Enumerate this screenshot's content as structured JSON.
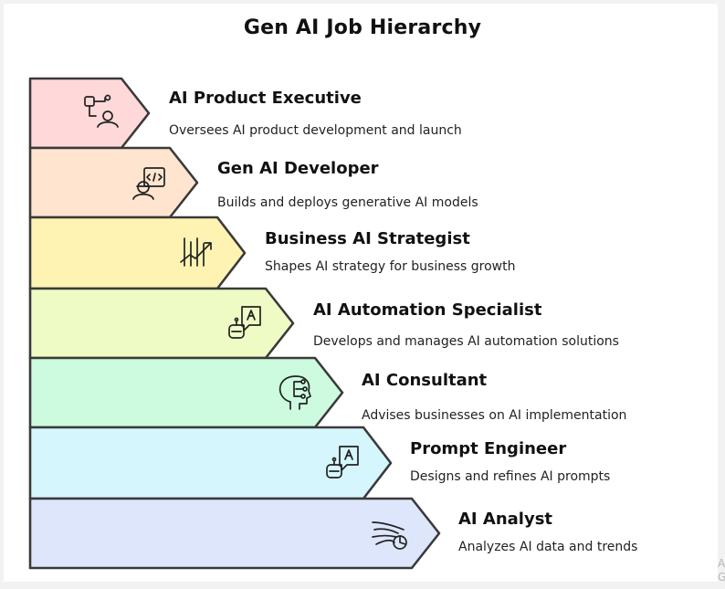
{
  "title": "Gen AI Job Hierarchy",
  "tiers": [
    {
      "title": "AI Product Executive",
      "description": "Oversees AI product development and launch",
      "color": "#ffd9d9",
      "icon": "product-roadmap-person-icon"
    },
    {
      "title": "Gen AI Developer",
      "description": "Builds and deploys generative AI models",
      "color": "#ffe5cf",
      "icon": "developer-code-icon"
    },
    {
      "title": "Business AI Strategist",
      "description": "Shapes AI strategy for business growth",
      "color": "#fff3b3",
      "icon": "growth-chart-icon"
    },
    {
      "title": "AI Automation Specialist",
      "description": "Develops and manages AI automation solutions",
      "color": "#eefbc4",
      "icon": "robot-chat-icon"
    },
    {
      "title": "AI Consultant",
      "description": "Advises businesses on AI implementation",
      "color": "#ccfbe0",
      "icon": "ai-head-circuit-icon"
    },
    {
      "title": "Prompt Engineer",
      "description": "Designs and refines AI prompts",
      "color": "#d6f6fd",
      "icon": "robot-prompt-icon"
    },
    {
      "title": "AI Analyst",
      "description": "Analyzes AI data and trends",
      "color": "#dde6fb",
      "icon": "data-analysis-icon"
    }
  ],
  "colors": {
    "outline": "#3a3a3a",
    "text": "#111111"
  }
}
